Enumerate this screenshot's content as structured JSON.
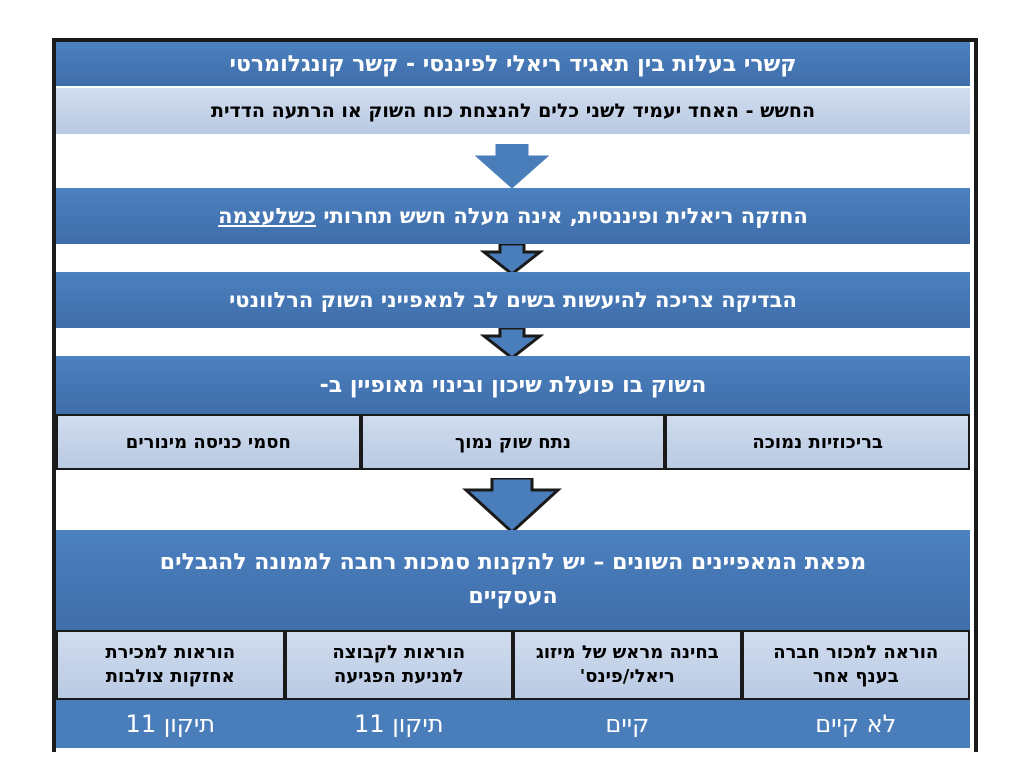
{
  "title": "קשרי בעלות בין תאגיד ריאלי לפיננסי - קשר קונגלומרטי",
  "concern": "החשש - האחד יעמיד לשני כלים להנצחת כוח השוק או הרתעה הדדית",
  "holding_text": "החזקה ריאלית ופיננסית, אינה מעלה חשש תחרותי",
  "holding_underlined": "כשלעצמה",
  "check": "הבדיקה צריכה להיעשות בשים לב למאפייני השוק הרלוונטי",
  "market": "השוק בו פועלת שיכון ובינוי מאופיין ב-",
  "features": [
    "בריכוזיות נמוכה",
    "נתח שוק נמוך",
    "חסמי כניסה מינורים"
  ],
  "conclusion": "מפאת המאפיינים השונים – יש להקנות סמכות רחבה לממונה להגבלים העסקיים",
  "authorities": [
    "הוראה למכור חברה בענף אחר",
    "בחינה מראש של מיזוג ריאלי/פינס'",
    "הוראות לקבוצה למניעת הפגיעה",
    "הוראות למכירת אחזקות צולבות"
  ],
  "status": [
    "לא קיים",
    "קיים",
    "תיקון 11",
    "תיקון 11"
  ],
  "colors": {
    "dark_blue": "#4a7ebb",
    "light_blue": "#c6d3e8",
    "border": "#1a1a1a"
  }
}
